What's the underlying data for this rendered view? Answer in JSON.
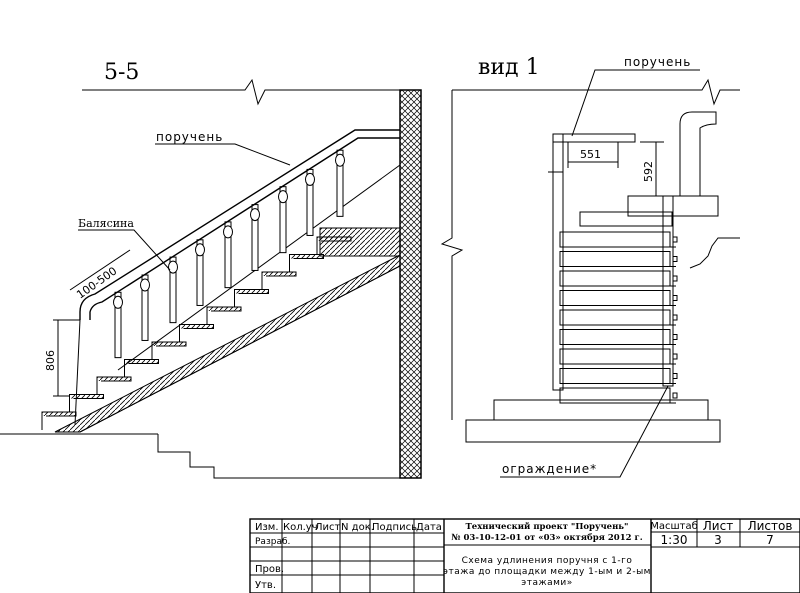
{
  "section": {
    "label": "5-5",
    "handrail_label": "поручень",
    "baluster_label": "Балясина",
    "dim_railing_height": "100-500",
    "dim_806": "806"
  },
  "view": {
    "label": "вид 1",
    "handrail_label": "поручень",
    "dim_551": "551",
    "dim_592": "592",
    "fence_label": "ограждение*"
  },
  "title_block": {
    "headers": [
      "Изм.",
      "Кол.уч",
      "Лист",
      "N док.",
      "Подпись",
      "Дата"
    ],
    "rows": [
      "Разраб.",
      "",
      "",
      "Пров.",
      "Утв."
    ],
    "project_line1": "Технический проект \"Поручень\"",
    "project_line2": "№ 03-10-12-01 от «03» октября 2012 г.",
    "desc_line1": "Схема удлинения поручня с 1-го",
    "desc_line2": "этажа до площадки между 1-ым и 2-ым",
    "desc_line3": "этажами»",
    "scale_header": "Масштаб",
    "sheet_header": "Лист",
    "sheets_header": "Листов",
    "scale_value": "1:30",
    "sheet_value": "3",
    "sheets_value": "7"
  }
}
